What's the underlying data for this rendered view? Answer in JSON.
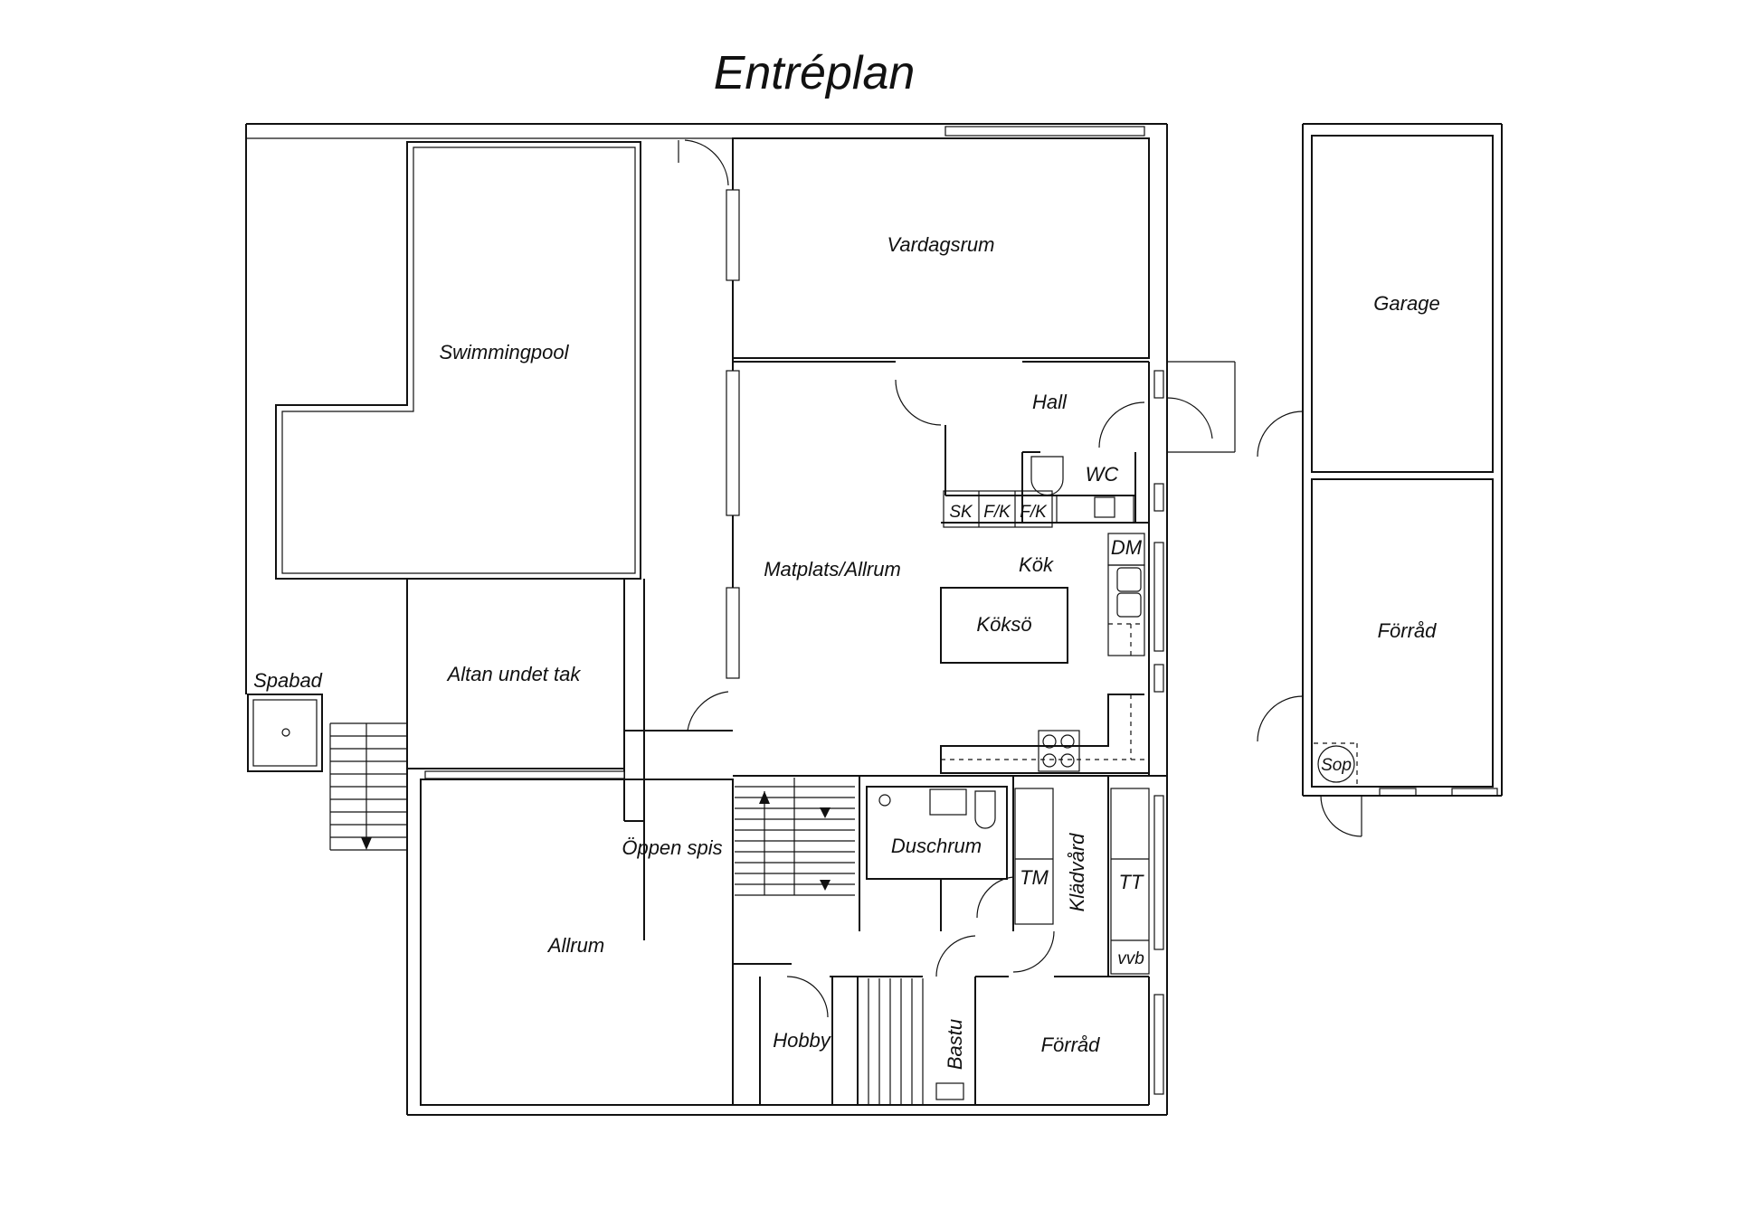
{
  "plan": {
    "title": "Entréplan",
    "rooms": {
      "vardagsrum": "Vardagsrum",
      "swimmingpool": "Swimmingpool",
      "hall": "Hall",
      "wc": "WC",
      "sk": "SK",
      "fk1": "F/K",
      "fk2": "F/K",
      "dm": "DM",
      "kok": "Kök",
      "matplats": "Matplats/Allrum",
      "koksö": "Köksö",
      "spabad": "Spabad",
      "altan": "Altan undet tak",
      "oppen_spis": "Öppen spis",
      "duschrum": "Duschrum",
      "tm": "TM",
      "kladvard": "Klädvård",
      "tt": "TT",
      "vvb": "vvb",
      "allrum": "Allrum",
      "hobby": "Hobby",
      "bastu": "Bastu",
      "forrad_lower": "Förråd",
      "garage": "Garage",
      "forrad_garage": "Förråd",
      "sop": "Sop"
    }
  }
}
